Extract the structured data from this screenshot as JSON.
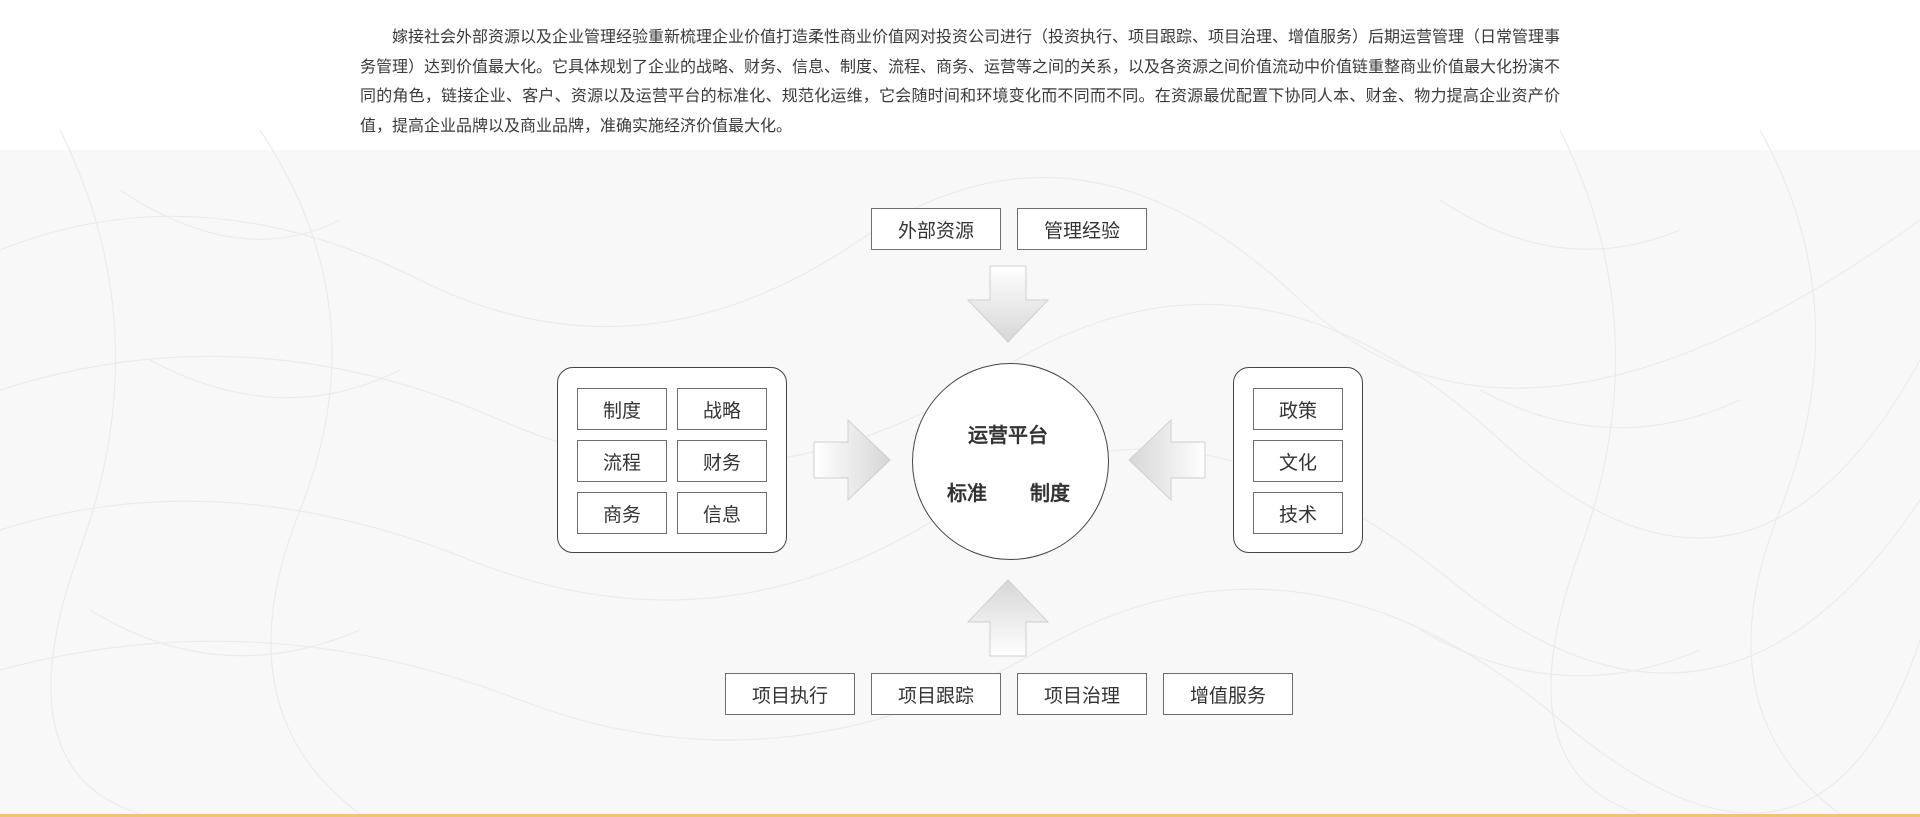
{
  "intro": "嫁接社会外部资源以及企业管理经验重新梳理企业价值打造柔性商业价值网对投资公司进行（投资执行、项目跟踪、项目治理、增值服务）后期运营管理（日常管理事务管理）达到价值最大化。它具体规划了企业的战略、财务、信息、制度、流程、商务、运营等之间的关系，以及各资源之间价值流动中价值链重整商业价值最大化扮演不同的角色，链接企业、客户、资源以及运营平台的标准化、规范化运维，它会随时间和环境变化而不同而不同。在资源最优配置下协同人本、财金、物力提高企业资产价值，提高企业品牌以及商业品牌，准确实施经济价值最大化。",
  "diagram": {
    "top": [
      "外部资源",
      "管理经验"
    ],
    "left": [
      "制度",
      "战略",
      "流程",
      "财务",
      "商务",
      "信息"
    ],
    "right": [
      "政策",
      "文化",
      "技术"
    ],
    "bottom": [
      "项目执行",
      "项目跟踪",
      "项目治理",
      "增值服务"
    ],
    "center": {
      "title": "运营平台",
      "left": "标准",
      "right": "制度"
    }
  },
  "colors": {
    "bottom_line": "#f0c27a",
    "border": "#444444",
    "background": "#f8f8f8"
  }
}
